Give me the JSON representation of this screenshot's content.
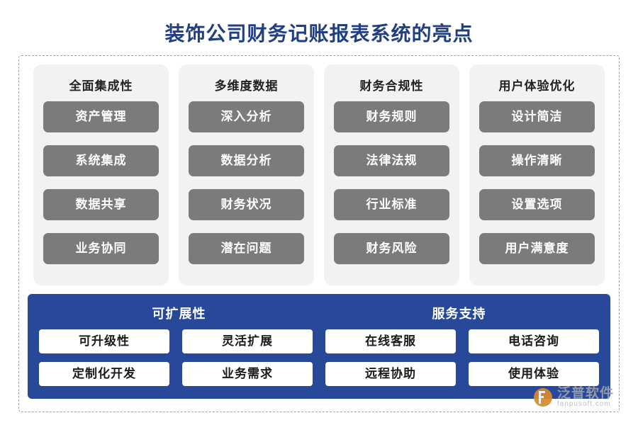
{
  "title": "装饰公司财务记账报表系统的亮点",
  "columns": [
    {
      "heading": "全面集成性",
      "items": [
        "资产管理",
        "系统集成",
        "数据共享",
        "业务协同"
      ]
    },
    {
      "heading": "多维度数据",
      "items": [
        "深入分析",
        "数据分析",
        "财务状况",
        "潜在问题"
      ]
    },
    {
      "heading": "财务合规性",
      "items": [
        "财务规则",
        "法律法规",
        "行业标准",
        "财务风险"
      ]
    },
    {
      "heading": "用户体验优化",
      "items": [
        "设计简洁",
        "操作清晰",
        "设置选项",
        "用户满意度"
      ]
    }
  ],
  "bottom_panel": {
    "headings": [
      "可扩展性",
      "服务支持"
    ],
    "items": [
      "可升级性",
      "灵活扩展",
      "在线客服",
      "电话咨询",
      "定制化开发",
      "业务需求",
      "远程协助",
      "使用体验"
    ]
  },
  "watermark": {
    "name_cn": "泛普软件",
    "name_en": "fanpusoft.com"
  },
  "colors": {
    "title": "#1f3f82",
    "panel_bg": "#f2f2f2",
    "chip_gray": "#7b7b7b",
    "blue": "#28499a",
    "chip_white": "#ffffff"
  }
}
